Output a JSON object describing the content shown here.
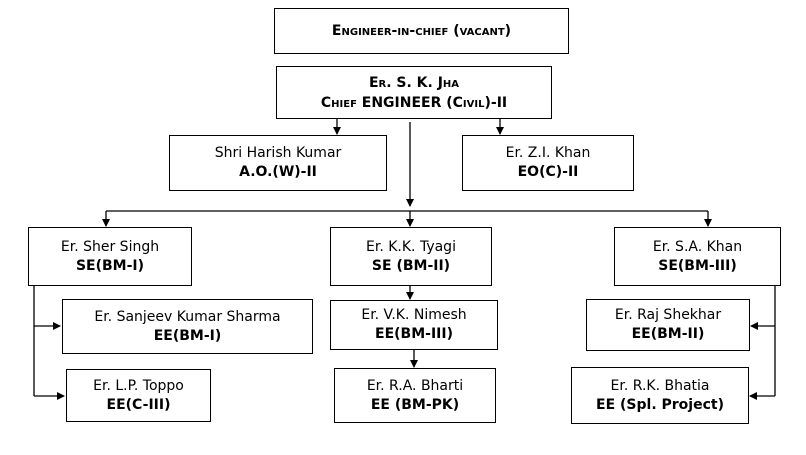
{
  "chart": {
    "eic": {
      "line1": "Engineer-in-chief (vacant)"
    },
    "ce": {
      "name": "Er. S. K. Jha",
      "desig": "Chief ENGINEER (Civil)-II"
    },
    "ao": {
      "name": "Shri Harish Kumar",
      "desig": "A.O.(W)-II"
    },
    "eo": {
      "name": "Er. Z.I. Khan",
      "desig": "EO(C)-II"
    },
    "se1": {
      "name": "Er. Sher Singh",
      "desig": "SE(BM-I)"
    },
    "se2": {
      "name": "Er. K.K. Tyagi",
      "desig": "SE (BM-II)"
    },
    "se3": {
      "name": "Er. S.A. Khan",
      "desig": "SE(BM-III)"
    },
    "ee1a": {
      "name": "Er. Sanjeev Kumar Sharma",
      "desig": "EE(BM-I)"
    },
    "ee1b": {
      "name": "Er. L.P. Toppo",
      "desig": "EE(C-III)"
    },
    "ee2a": {
      "name": "Er. V.K. Nimesh",
      "desig": "EE(BM-III)"
    },
    "ee2b": {
      "name": "Er. R.A. Bharti",
      "desig": "EE (BM-PK)"
    },
    "ee3a": {
      "name": "Er. Raj Shekhar",
      "desig": "EE(BM-II)"
    },
    "ee3b": {
      "name": "Er. R.K. Bhatia",
      "desig": "EE (Spl. Project)"
    }
  }
}
